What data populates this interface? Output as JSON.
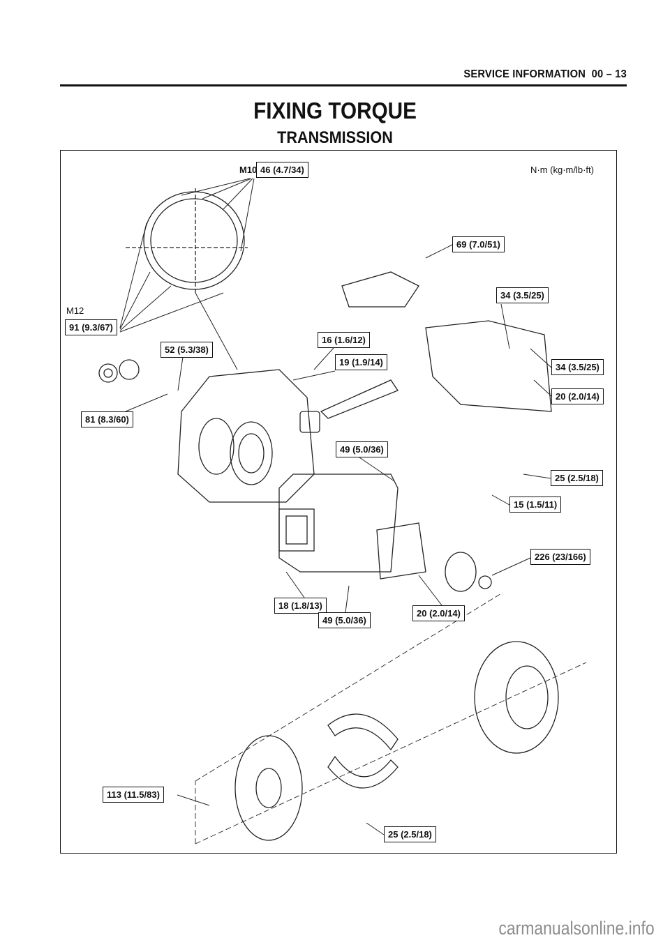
{
  "header": {
    "section": "SERVICE INFORMATION",
    "page": "00 – 13"
  },
  "title": "FIXING TORQUE",
  "subtitle": "TRANSMISSION",
  "units": "N·m (kg·m/lb·ft)",
  "bolt_sizes": {
    "m10": "M10",
    "m12": "M12"
  },
  "torques": [
    "46 (4.7/34)",
    "69 (7.0/51)",
    "34 (3.5/25)",
    "91 (9.3/67)",
    "16 (1.6/12)",
    "52 (5.3/38)",
    "19 (1.9/14)",
    "34 (3.5/25)",
    "20 (2.0/14)",
    "81 (8.3/60)",
    "49 (5.0/36)",
    "25 (2.5/18)",
    "15 (1.5/11)",
    "226 (23/166)",
    "18 (1.8/13)",
    "49 (5.0/36)",
    "20 (2.0/14)",
    "113 (11.5/83)",
    "25 (2.5/18)"
  ],
  "watermark": "carmanualsonline.info"
}
